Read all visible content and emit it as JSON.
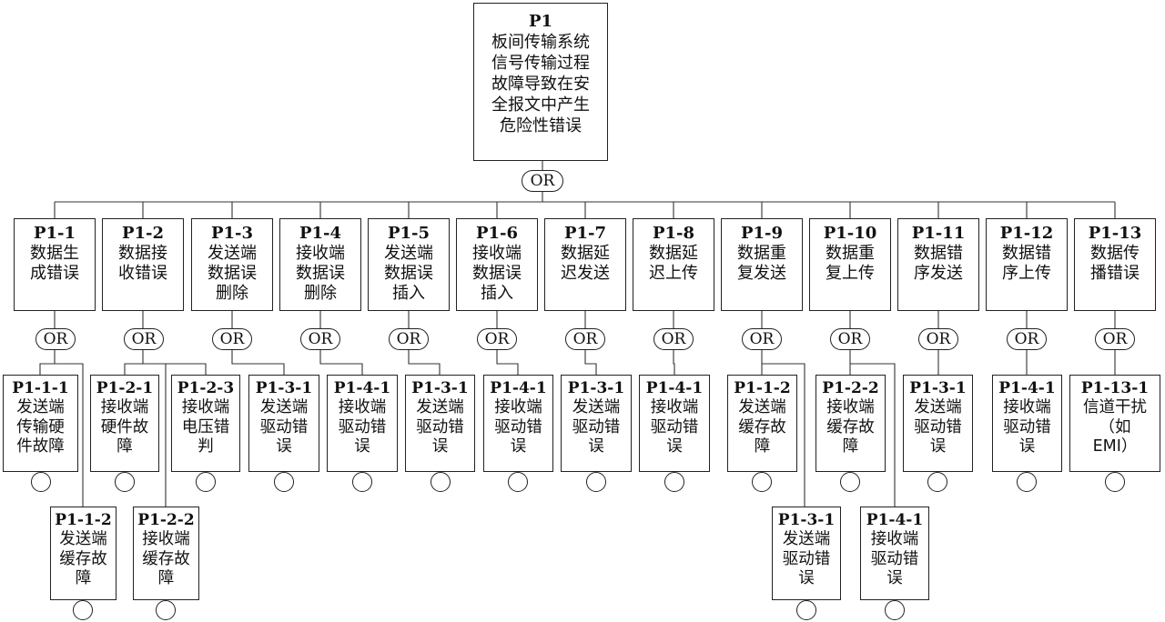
{
  "gate_label": "OR",
  "root": {
    "id": "P1",
    "text": "板间传输系统\n信号传输过程\n故障导致在安\n全报文中产生\n危险性错误"
  },
  "level1": [
    {
      "id": "P1-1",
      "text": "数据生\n成错误"
    },
    {
      "id": "P1-2",
      "text": "数据接\n收错误"
    },
    {
      "id": "P1-3",
      "text": "发送端\n数据误\n删除"
    },
    {
      "id": "P1-4",
      "text": "接收端\n数据误\n删除"
    },
    {
      "id": "P1-5",
      "text": "发送端\n数据误\n插入"
    },
    {
      "id": "P1-6",
      "text": "接收端\n数据误\n插入"
    },
    {
      "id": "P1-7",
      "text": "数据延\n迟发送"
    },
    {
      "id": "P1-8",
      "text": "数据延\n迟上传"
    },
    {
      "id": "P1-9",
      "text": "数据重\n复发送"
    },
    {
      "id": "P1-10",
      "text": "数据重\n复上传"
    },
    {
      "id": "P1-11",
      "text": "数据错\n序发送"
    },
    {
      "id": "P1-12",
      "text": "数据错\n序上传"
    },
    {
      "id": "P1-13",
      "text": "数据传\n播错误"
    }
  ],
  "level2": [
    {
      "id": "P1-1-1",
      "text": "发送端\n传输硬\n件故障"
    },
    {
      "id": "P1-2-1",
      "text": "接收端\n硬件故\n障"
    },
    {
      "id": "P1-2-3",
      "text": "接收端\n电压错\n判"
    },
    {
      "id": "P1-3-1",
      "text": "发送端\n驱动错\n误"
    },
    {
      "id": "P1-4-1",
      "text": "接收端\n驱动错\n误"
    },
    {
      "id": "P1-3-1",
      "text": "发送端\n驱动错\n误"
    },
    {
      "id": "P1-4-1",
      "text": "接收端\n驱动错\n误"
    },
    {
      "id": "P1-3-1",
      "text": "发送端\n驱动错\n误"
    },
    {
      "id": "P1-4-1",
      "text": "接收端\n驱动错\n误"
    },
    {
      "id": "P1-1-2",
      "text": "发送端\n缓存故\n障"
    },
    {
      "id": "P1-2-2",
      "text": "接收端\n缓存故\n障"
    },
    {
      "id": "P1-3-1",
      "text": "发送端\n驱动错\n误"
    },
    {
      "id": "P1-4-1",
      "text": "接收端\n驱动错\n误"
    },
    {
      "id": "P1-13-1",
      "text": "信道干扰\n（如\nEMI）"
    }
  ],
  "level3": [
    {
      "id": "P1-1-2",
      "text": "发送端\n缓存故\n障"
    },
    {
      "id": "P1-2-2",
      "text": "接收端\n缓存故\n障"
    },
    {
      "id": "P1-3-1",
      "text": "发送端\n驱动错\n误"
    },
    {
      "id": "P1-4-1",
      "text": "接收端\n驱动错\n误"
    }
  ]
}
